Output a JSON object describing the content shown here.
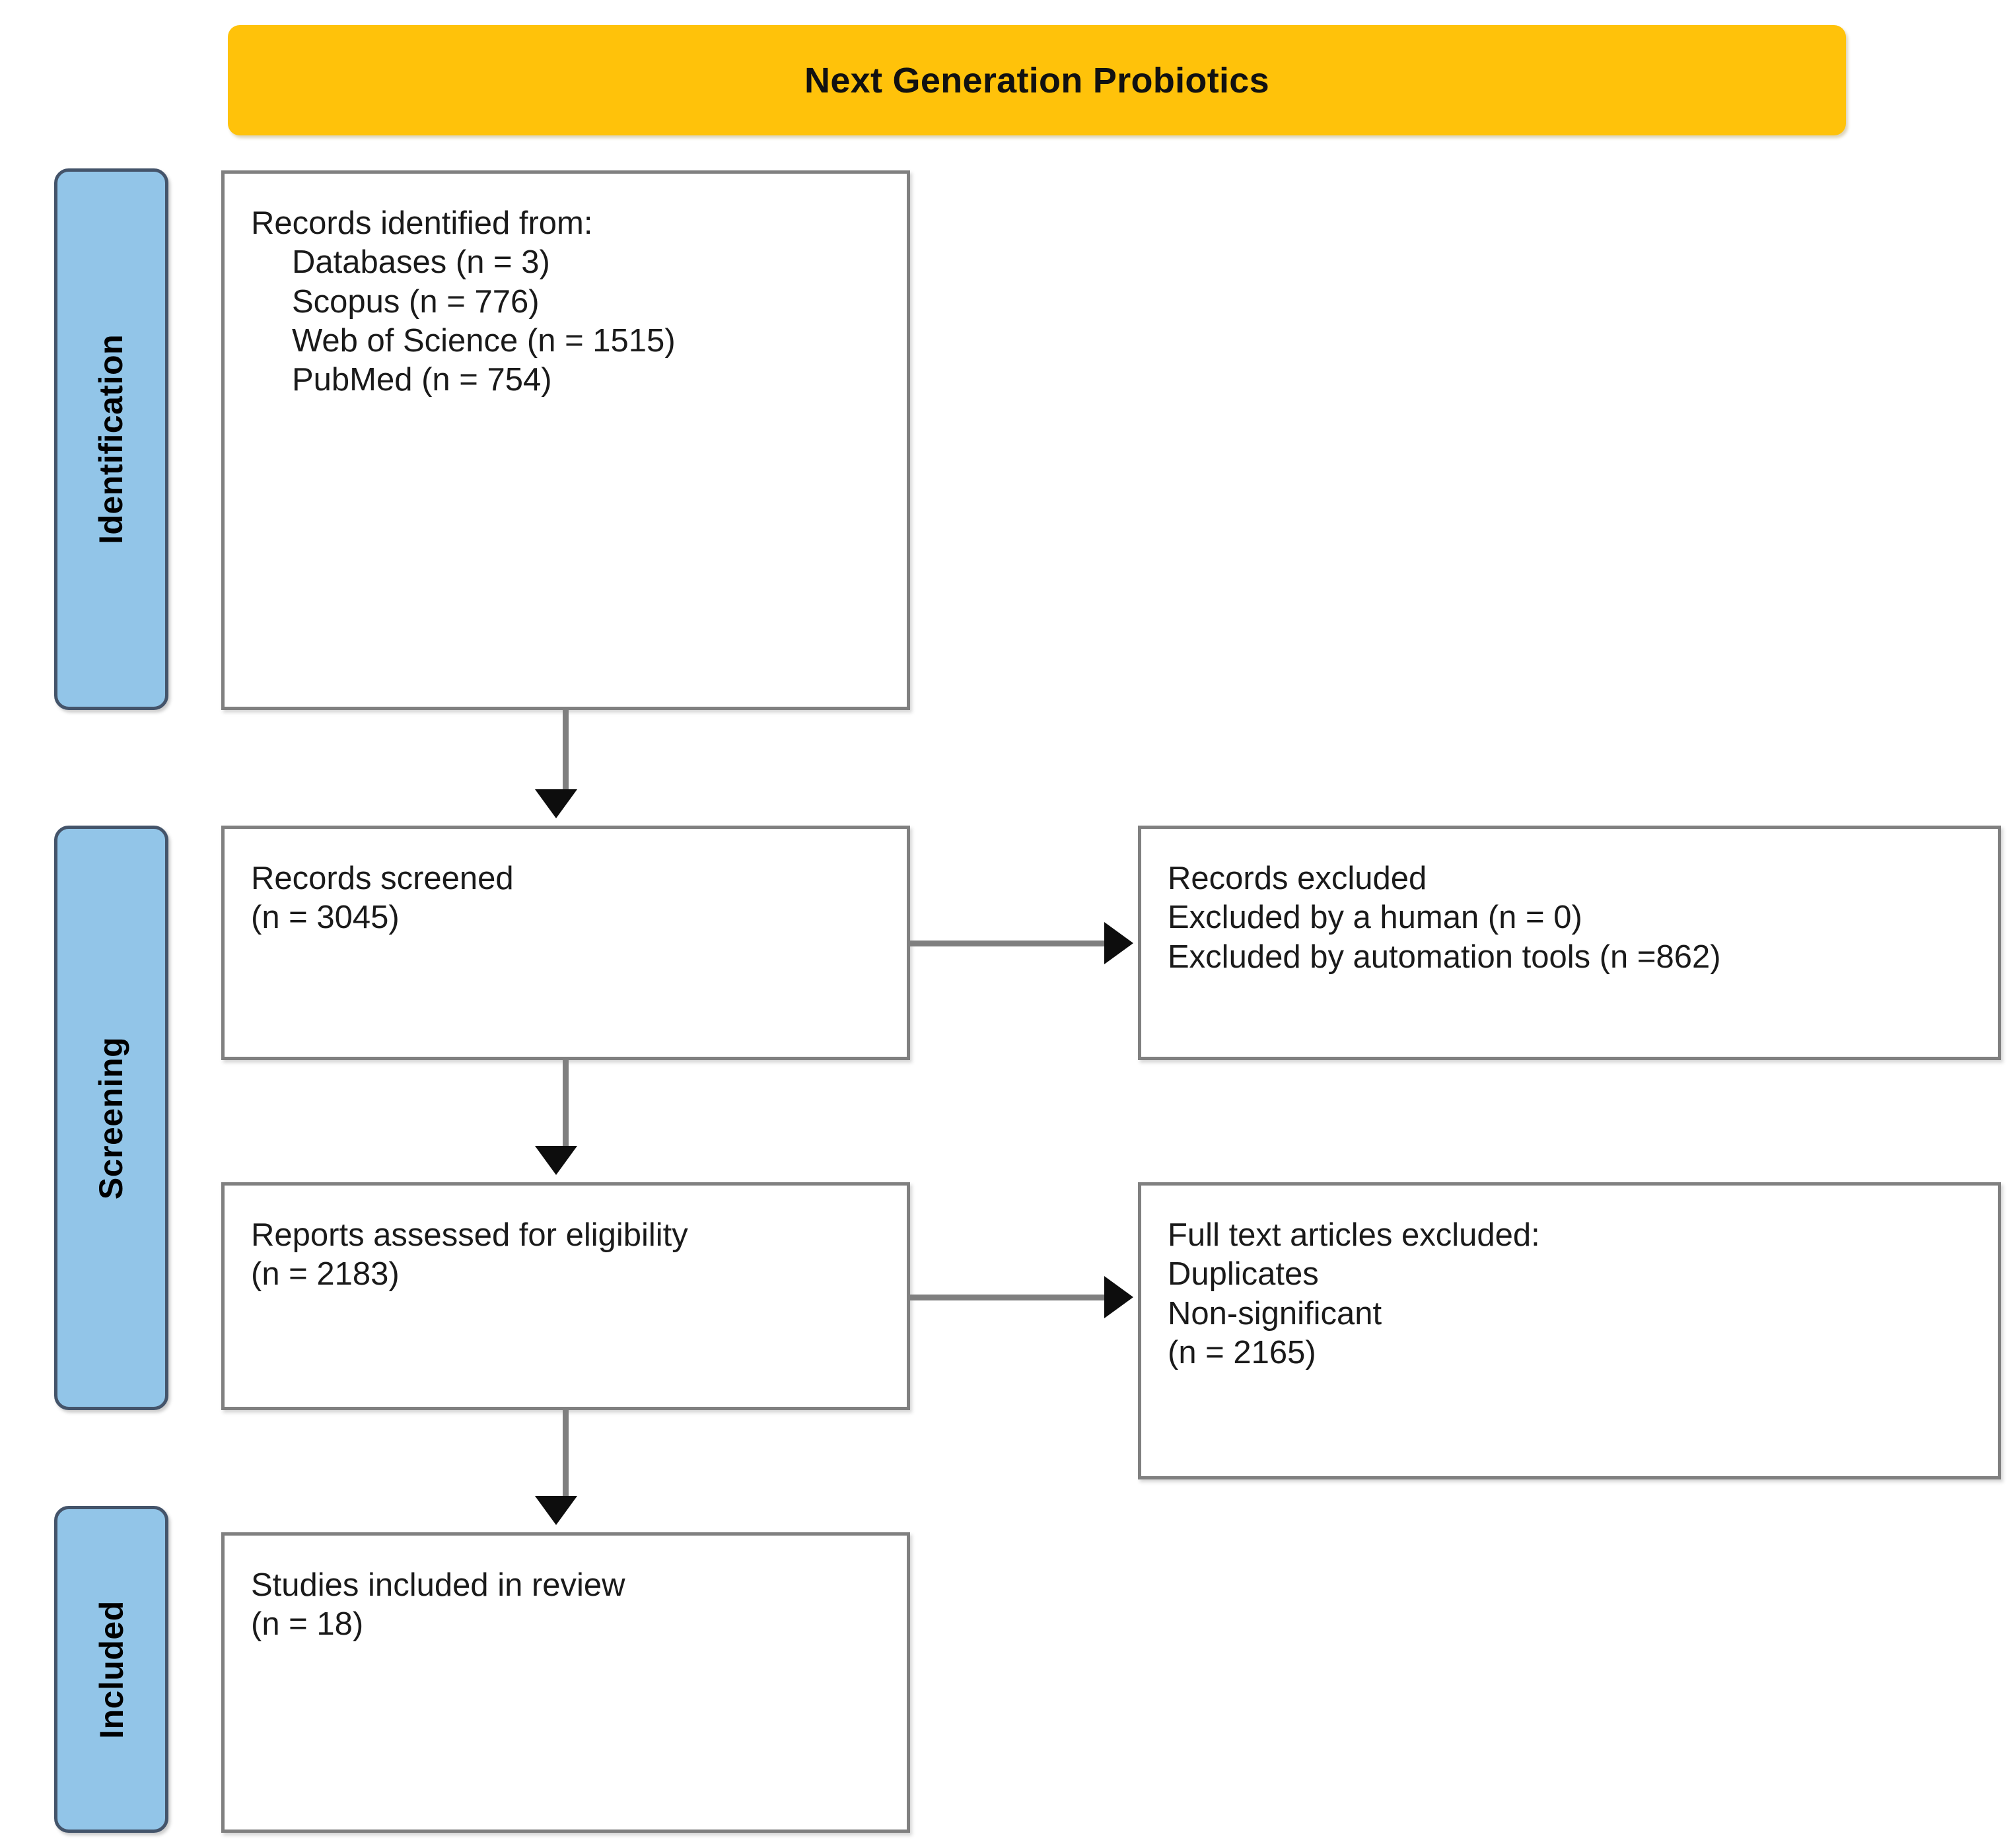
{
  "banner": {
    "title": "Next Generation Probiotics"
  },
  "stages": [
    {
      "key": "identification",
      "label": "Identification"
    },
    {
      "key": "screening",
      "label": "Screening"
    },
    {
      "key": "included",
      "label": "Included"
    }
  ],
  "boxes": {
    "identified": {
      "heading": "Records identified from:",
      "items": [
        "Databases (n = 3)",
        "Scopus (n = 776)",
        "Web of Science (n = 1515)",
        "PubMed (n = 754)"
      ]
    },
    "screened": {
      "line1": "Records screened",
      "line2": "(n = 3045)"
    },
    "excluded": {
      "line1": "Records excluded",
      "line2": "Excluded by a human (n = 0)",
      "line3": "Excluded by automation tools (n =862)"
    },
    "eligibility": {
      "line1": "Reports assessed for eligibility",
      "line2": "(n = 2183)"
    },
    "fulltext": {
      "line1": "Full text articles excluded:",
      "line2": "Duplicates",
      "line3": "Non-significant",
      "line4": "(n = 2165)"
    },
    "included": {
      "line1": "Studies included in review",
      "line2": "(n = 18)"
    }
  },
  "colors": {
    "banner_fill": "#FFC20A",
    "stage_fill": "#92C5E8",
    "stage_border": "#44546A",
    "box_border": "#808080",
    "connector": "#7F7F7F",
    "arrowhead": "#0D0D0D",
    "text": "#1A1A1A"
  }
}
